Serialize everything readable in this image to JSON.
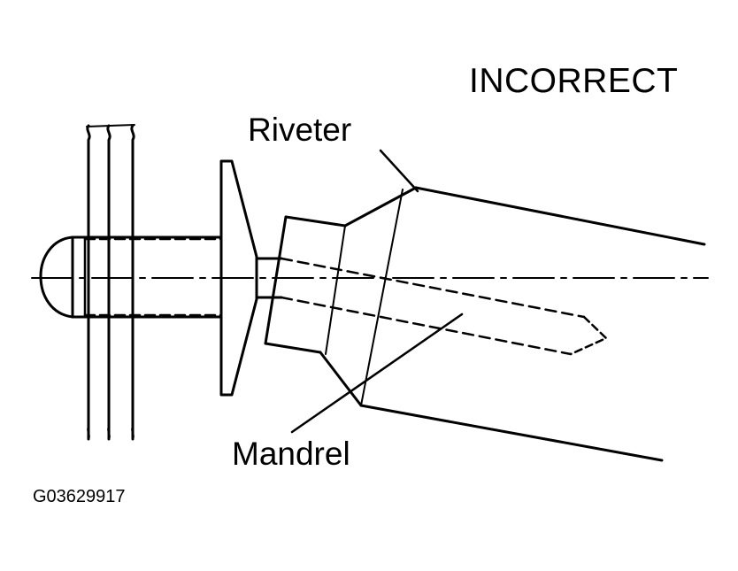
{
  "status_label": "INCORRECT",
  "labels": {
    "riveter": "Riveter",
    "mandrel": "Mandrel"
  },
  "figure_id": "G03629917",
  "line_color": "#000000",
  "background_color": "#ffffff"
}
